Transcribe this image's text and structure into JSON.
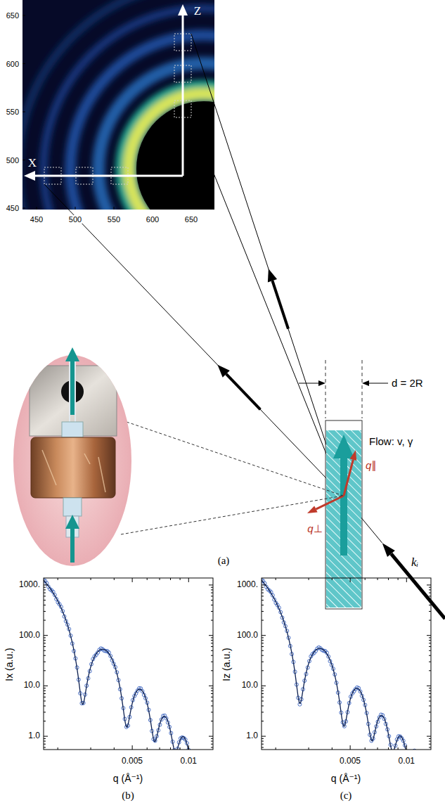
{
  "diagram": {
    "labels": [
      "650",
      "600",
      "550",
      "500",
      "450",
      "450",
      "500",
      "550",
      "600",
      "650",
      "Z",
      "X",
      "d = 2R",
      "Flow: v, γ",
      "q∥",
      "q⊥",
      "kᵢ",
      "(a)",
      "Ix (a.u.)",
      "1000.",
      "100.0",
      "10.0",
      "1.0",
      "0.005",
      "0.01",
      "q (Å⁻¹)",
      "(b)",
      "Iz (a.u.)",
      "1000.",
      "100.0",
      "10.0",
      "1.0",
      "0.005",
      "0.01",
      "q (Å⁻¹)",
      "(c)"
    ]
  }
}
